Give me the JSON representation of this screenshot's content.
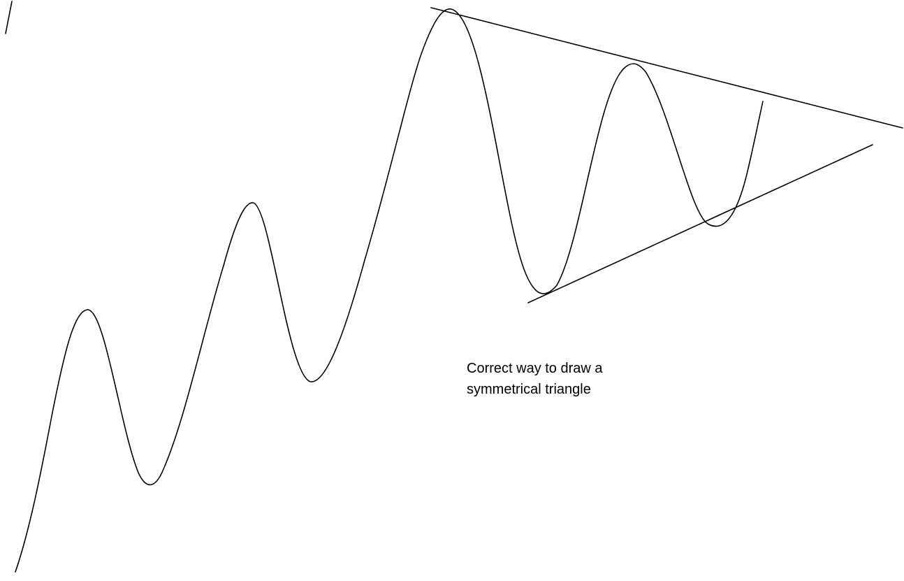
{
  "diagram": {
    "caption_lines": [
      "Correct way to draw a",
      "symmetrical triangle"
    ],
    "elements": {
      "price_curve": "price-wave",
      "upper_trendline": "descending-resistance-line",
      "lower_trendline": "ascending-support-line"
    },
    "colors": {
      "background": "#ffffff",
      "stroke": "#000000"
    }
  }
}
